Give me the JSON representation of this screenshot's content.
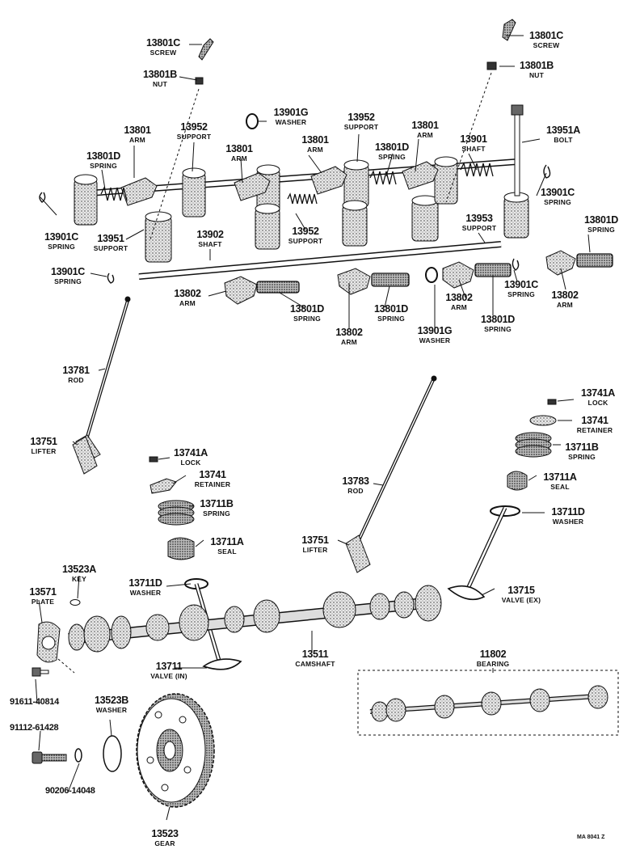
{
  "callouts": {
    "c13801c_top": {
      "number": "13801C",
      "name": "SCREW"
    },
    "c13801b_top": {
      "number": "13801B",
      "name": "NUT"
    },
    "c13801c_right": {
      "number": "13801C",
      "name": "SCREW"
    },
    "c13801b_right": {
      "number": "13801B",
      "name": "NUT"
    },
    "c13901g_top": {
      "number": "13901G",
      "name": "WASHER"
    },
    "c13801_left": {
      "number": "13801",
      "name": "ARM"
    },
    "c13952_left": {
      "number": "13952",
      "name": "SUPPORT"
    },
    "c13952_mid": {
      "number": "13952",
      "name": "SUPPORT"
    },
    "c13801_mid": {
      "number": "13801",
      "name": "ARM"
    },
    "c13801_mid2": {
      "number": "13801",
      "name": "ARM"
    },
    "c13801_right": {
      "number": "13801",
      "name": "ARM"
    },
    "c13801d_left": {
      "number": "13801D",
      "name": "SPRING"
    },
    "c13801d_mid": {
      "number": "13801D",
      "name": "SPRING"
    },
    "c13901_shaft": {
      "number": "13901",
      "name": "SHAFT"
    },
    "c13951a": {
      "number": "13951A",
      "name": "BOLT"
    },
    "c13901c_left": {
      "number": "13901C",
      "name": "SPRING"
    },
    "c13951": {
      "number": "13951",
      "name": "SUPPORT"
    },
    "c13902": {
      "number": "13902",
      "name": "SHAFT"
    },
    "c13952_low": {
      "number": "13952",
      "name": "SUPPORT"
    },
    "c13953": {
      "number": "13953",
      "name": "SUPPORT"
    },
    "c13901c_r1": {
      "number": "13901C",
      "name": "SPRING"
    },
    "c13801d_right": {
      "number": "13801D",
      "name": "SPRING"
    },
    "c13901c_l2": {
      "number": "13901C",
      "name": "SPRING"
    },
    "c13802_a": {
      "number": "13802",
      "name": "ARM"
    },
    "c13801d_a": {
      "number": "13801D",
      "name": "SPRING"
    },
    "c13801d_b": {
      "number": "13801D",
      "name": "SPRING"
    },
    "c13802_b": {
      "number": "13802",
      "name": "ARM"
    },
    "c13901g_low": {
      "number": "13901G",
      "name": "WASHER"
    },
    "c13802_c": {
      "number": "13802",
      "name": "ARM"
    },
    "c13801d_c": {
      "number": "13801D",
      "name": "SPRING"
    },
    "c13901c_r2": {
      "number": "13901C",
      "name": "SPRING"
    },
    "c13802_d": {
      "number": "13802",
      "name": "ARM"
    },
    "c13781": {
      "number": "13781",
      "name": "ROD"
    },
    "c13741a_r": {
      "number": "13741A",
      "name": "LOCK"
    },
    "c13741_r": {
      "number": "13741",
      "name": "RETAINER"
    },
    "c13711b_r": {
      "number": "13711B",
      "name": "SPRING"
    },
    "c13711a_r": {
      "number": "13711A",
      "name": "SEAL"
    },
    "c13711d_r": {
      "number": "13711D",
      "name": "WASHER"
    },
    "c13751_l": {
      "number": "13751",
      "name": "LIFTER"
    },
    "c13741a_l": {
      "number": "13741A",
      "name": "LOCK"
    },
    "c13741_l": {
      "number": "13741",
      "name": "RETAINER"
    },
    "c13711b_l": {
      "number": "13711B",
      "name": "SPRING"
    },
    "c13711a_l": {
      "number": "13711A",
      "name": "SEAL"
    },
    "c13783": {
      "number": "13783",
      "name": "ROD"
    },
    "c13751_m": {
      "number": "13751",
      "name": "LIFTER"
    },
    "c13715": {
      "number": "13715",
      "name": "VALVE (EX)"
    },
    "c13523a": {
      "number": "13523A",
      "name": "KEY"
    },
    "c13571": {
      "number": "13571",
      "name": "PLATE"
    },
    "c13711d_l": {
      "number": "13711D",
      "name": "WASHER"
    },
    "c13511": {
      "number": "13511",
      "name": "CAMSHAFT"
    },
    "c11802": {
      "number": "11802",
      "name": "BEARING"
    },
    "c13711": {
      "number": "13711",
      "name": "VALVE (IN)"
    },
    "c13523b": {
      "number": "13523B",
      "name": "WASHER"
    },
    "c13523": {
      "number": "13523",
      "name": "GEAR"
    }
  },
  "part_numbers": {
    "p91611": "91611-40814",
    "p91112": "91112-61428",
    "p90206": "90206-14048"
  },
  "figure_code": "MA 8041 Z"
}
